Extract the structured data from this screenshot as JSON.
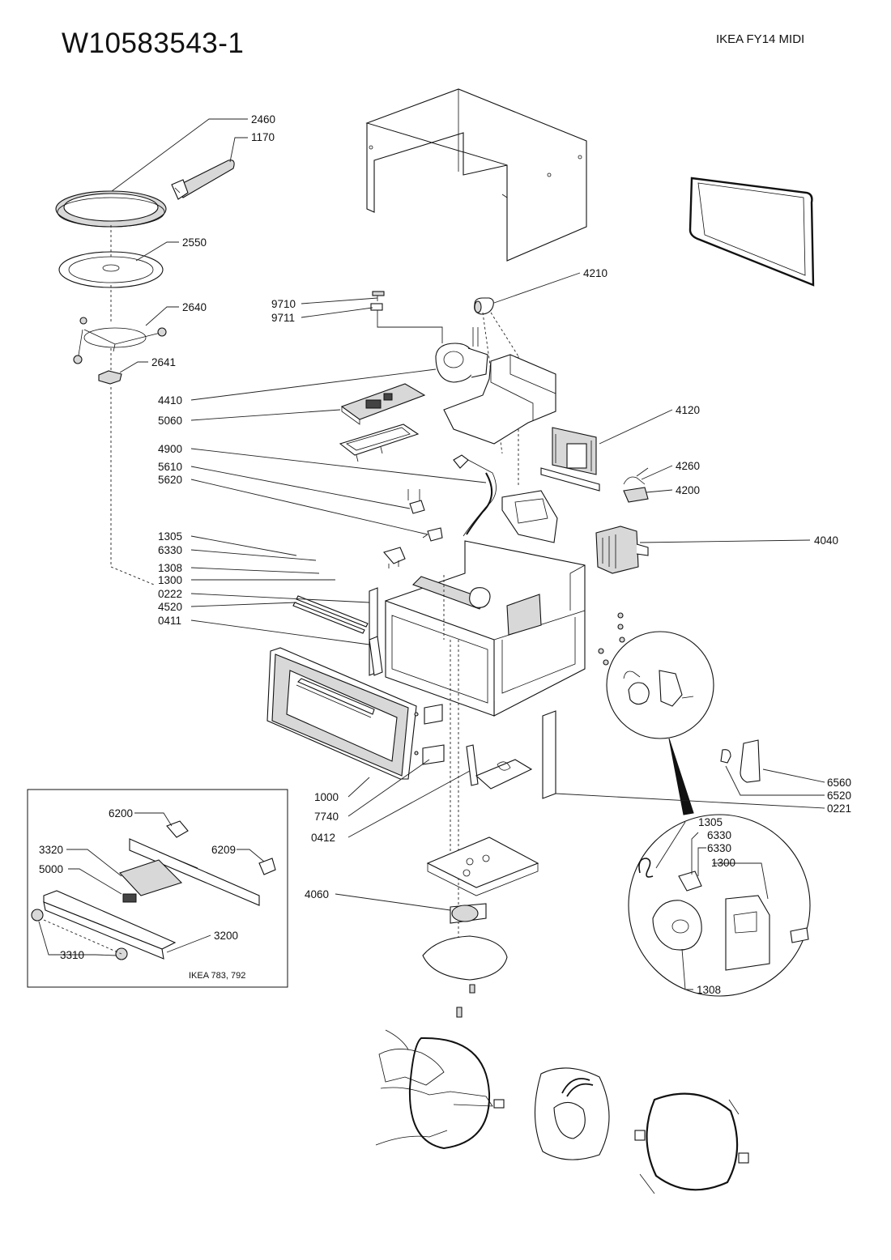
{
  "header": {
    "document_number": "W10583543-1",
    "model": "IKEA FY14 MIDI"
  },
  "inset": {
    "caption": "IKEA 783, 792"
  },
  "part_labels": {
    "p2460": "2460",
    "p1170": "1170",
    "p2550": "2550",
    "p2640": "2640",
    "p2641": "2641",
    "p9710": "9710",
    "p9711": "9711",
    "p4210": "4210",
    "p4410": "4410",
    "p5060": "5060",
    "p4120": "4120",
    "p4900": "4900",
    "p5610": "5610",
    "p5620": "5620",
    "p4260": "4260",
    "p4200": "4200",
    "p1305": "1305",
    "p6330": "6330",
    "p1308": "1308",
    "p1300": "1300",
    "p0222": "0222",
    "p4520": "4520",
    "p0411": "0411",
    "p4040": "4040",
    "p1000": "1000",
    "p7740": "7740",
    "p0412": "0412",
    "p6560": "6560",
    "p6520": "6520",
    "p0221": "0221",
    "p4060": "4060",
    "p6200": "6200",
    "p3320": "3320",
    "p6209": "6209",
    "p5000": "5000",
    "p3200": "3200",
    "p3310": "3310",
    "d1305": "1305",
    "d6330a": "6330",
    "d6330b": "6330",
    "d1300": "1300",
    "d1308": "1308"
  }
}
